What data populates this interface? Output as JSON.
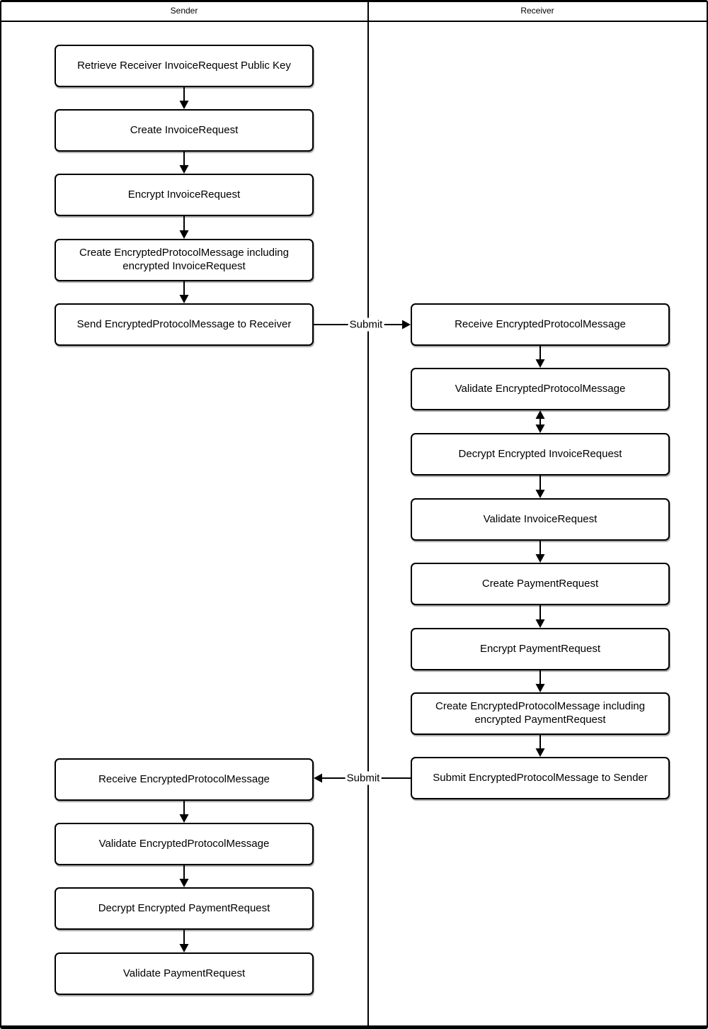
{
  "lanes": {
    "sender": "Sender",
    "receiver": "Receiver"
  },
  "nodes": {
    "sender": [
      {
        "label": "Retrieve Receiver InvoiceRequest Public Key"
      },
      {
        "label": "Create InvoiceRequest"
      },
      {
        "label": "Encrypt InvoiceRequest"
      },
      {
        "label": "Create EncryptedProtocolMessage including encrypted InvoiceRequest"
      },
      {
        "label": "Send EncryptedProtocolMessage to Receiver"
      },
      {
        "label": "Receive EncryptedProtocolMessage"
      },
      {
        "label": "Validate EncryptedProtocolMessage"
      },
      {
        "label": "Decrypt Encrypted PaymentRequest"
      },
      {
        "label": "Validate PaymentRequest"
      }
    ],
    "receiver": [
      {
        "label": "Receive EncryptedProtocolMessage"
      },
      {
        "label": "Validate EncryptedProtocolMessage"
      },
      {
        "label": "Decrypt Encrypted InvoiceRequest"
      },
      {
        "label": "Validate InvoiceRequest"
      },
      {
        "label": "Create PaymentRequest"
      },
      {
        "label": "Encrypt PaymentRequest"
      },
      {
        "label": "Create EncryptedProtocolMessage including encrypted PaymentRequest"
      },
      {
        "label": "Submit EncryptedProtocolMessage to Sender"
      }
    ]
  },
  "edges": {
    "submit_to_receiver": "Submit",
    "submit_to_sender": "Submit"
  },
  "colors": {
    "stroke": "#000000",
    "fill": "#ffffff"
  }
}
